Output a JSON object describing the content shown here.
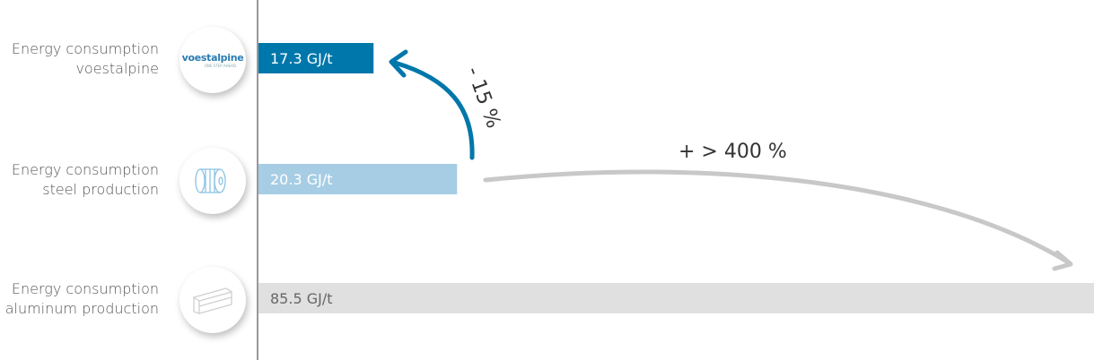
{
  "chart_data": {
    "type": "bar",
    "orientation": "horizontal",
    "categories": [
      "Energy consumption voestalpine",
      "Energy consumption steel production",
      "Energy consumption aluminum production"
    ],
    "category_lines": [
      [
        "Energy consumption",
        "voestalpine"
      ],
      [
        "Energy consumption",
        "steel production"
      ],
      [
        "Energy consumption",
        "aluminum production"
      ]
    ],
    "values": [
      17.3,
      20.3,
      85.5
    ],
    "unit": "GJ/t",
    "data_labels": [
      "17.3 GJ/t",
      "20.3 GJ/t",
      "85.5 GJ/t"
    ],
    "colors": [
      "#0077ab",
      "#a6cde4",
      "#e0e0e0"
    ],
    "label_colors": [
      "#ffffff",
      "#ffffff",
      "#666666"
    ],
    "icons": [
      "voestalpine-logo",
      "steel-coil-icon",
      "aluminum-profile-icon"
    ],
    "xlim": [
      0,
      85.5
    ],
    "annotations": [
      {
        "text": "- 15 %",
        "from": "steel production",
        "to": "voestalpine",
        "color": "#0077ab"
      },
      {
        "text": "+ > 400 %",
        "from": "steel production",
        "to": "aluminum production",
        "color": "#c8c8c8"
      }
    ],
    "logo_text": "voestalpine",
    "logo_tagline": "ONE STEP AHEAD."
  }
}
